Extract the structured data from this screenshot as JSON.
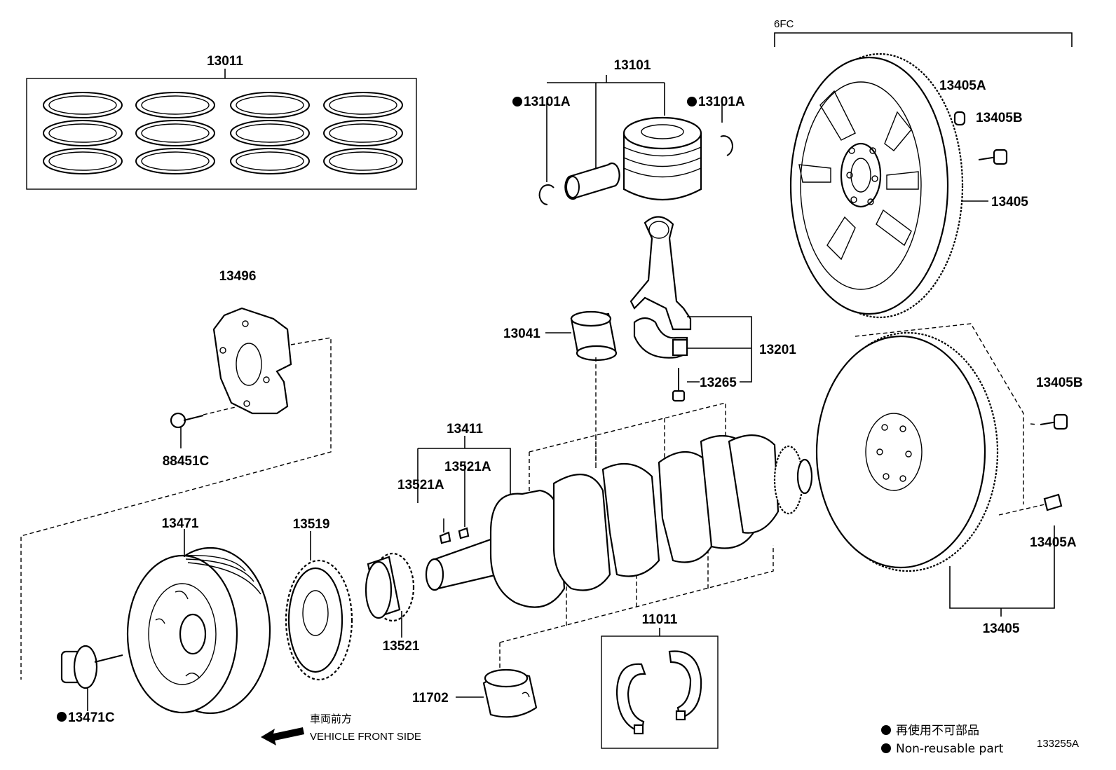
{
  "header": {
    "group_code": "6FC"
  },
  "callouts": {
    "c13011": "13011",
    "c13101": "13101",
    "c13101A_left": "13101A",
    "c13101A_right": "13101A",
    "c13405A_top": "13405A",
    "c13405B_top": "13405B",
    "c13405_top": "13405",
    "c13496": "13496",
    "c88451C": "88451C",
    "c13041": "13041",
    "c13201": "13201",
    "c13265": "13265",
    "c13405B_right": "13405B",
    "c13411": "13411",
    "c13521A_upper": "13521A",
    "c13521A_lower": "13521A",
    "c13471": "13471",
    "c13519": "13519",
    "c13521": "13521",
    "c13405A_right": "13405A",
    "c11011": "11011",
    "c13405_bottom": "13405",
    "c11702": "11702",
    "c13471C": "13471C"
  },
  "direction": {
    "line1": "車両前方",
    "line2": "VEHICLE FRONT SIDE"
  },
  "legend": {
    "line1": "再使用不可部品",
    "line2": "Non-reusable part"
  },
  "figure_id": "133255A"
}
